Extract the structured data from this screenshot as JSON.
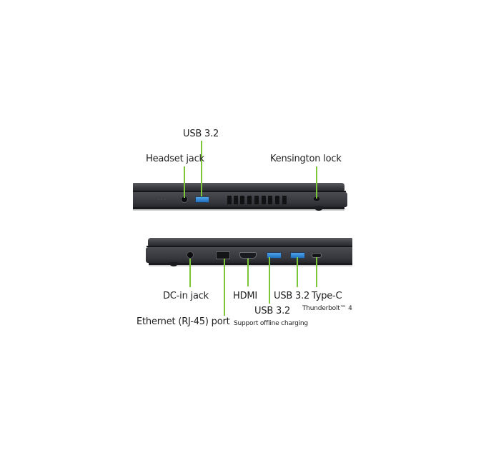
{
  "image": {
    "type": "laptop-ports-diagram",
    "accent_line_color": "#7cc63a",
    "body_color": "#3a3b40",
    "usb_color": "#2f86d6"
  },
  "top_view": {
    "side": "left",
    "labels": {
      "usb": "USB 3.2",
      "headset": "Headset jack",
      "kensington": "Kensington lock"
    },
    "vent_count": 9
  },
  "bottom_view": {
    "side": "right",
    "labels": {
      "dc_in": "DC-in jack",
      "ethernet": "Ethernet (RJ-45) port",
      "hdmi": "HDMI",
      "usb_charging": "USB 3.2",
      "usb_charging_note": "Support offline charging",
      "usb": "USB 3.2",
      "typec": "Type-C",
      "typec_note": "Thunderbolt™ 4"
    }
  }
}
